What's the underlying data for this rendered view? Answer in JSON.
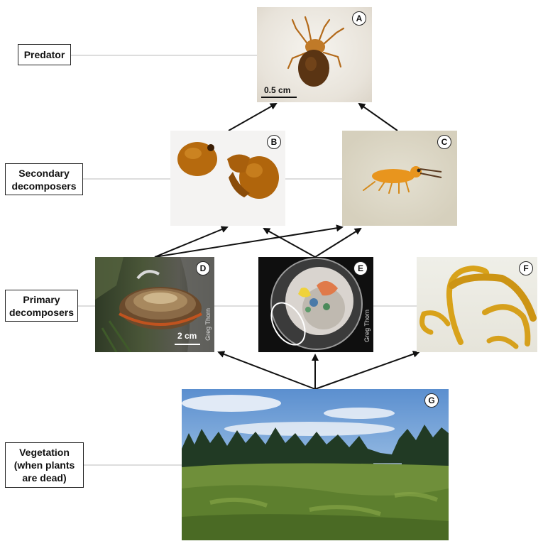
{
  "levels": {
    "predator": "Predator",
    "secondary_line1": "Secondary",
    "secondary_line2": "decomposers",
    "primary_line1": "Primary",
    "primary_line2": "decomposers",
    "vegetation_line1": "Vegetation",
    "vegetation_line2": "(when plants",
    "vegetation_line3": "are dead)"
  },
  "panels": {
    "a": {
      "letter": "A",
      "scale": "0.5 cm"
    },
    "b": {
      "letter": "B"
    },
    "c": {
      "letter": "C"
    },
    "d": {
      "letter": "D",
      "scale": "2 cm",
      "credit": "Greg Thorn"
    },
    "e": {
      "letter": "E",
      "credit": "Greg Thorn"
    },
    "f": {
      "letter": "F"
    },
    "g": {
      "letter": "G"
    }
  },
  "colors": {
    "arrow": "#111111",
    "connector": "#b8b8b8",
    "amber": "#c88a1a",
    "sky": "#6f9fd4",
    "forest": "#233b22",
    "meadow": "#6f8f3a"
  }
}
